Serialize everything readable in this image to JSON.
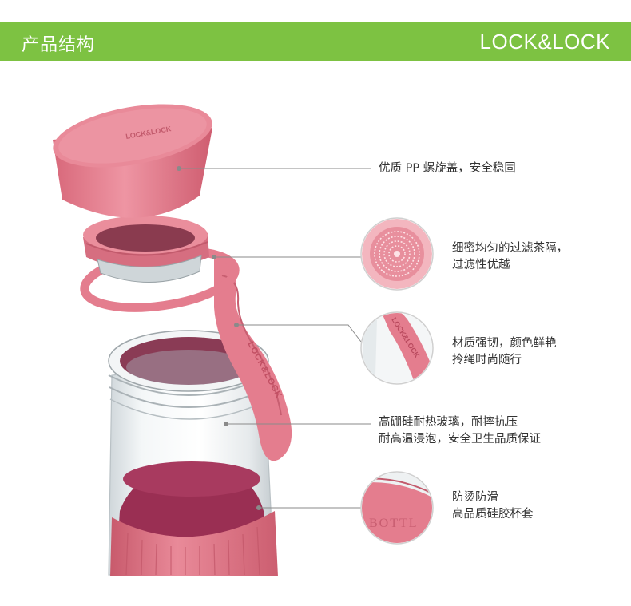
{
  "header": {
    "title": "产品结构",
    "brand": "LOCK&LOCK"
  },
  "colors": {
    "banner_green": "#7dc242",
    "product_pink": "#e0798a",
    "leader_line": "#8a8a8a"
  },
  "product": {
    "lid_embossed_text": "LOCK&LOCK",
    "strap_embossed_text": "LOCK&LOCK",
    "sleeve_embossed_text": "BOTTL"
  },
  "callouts": [
    {
      "lines": [
        "优质 PP 螺旋盖，安全稳固"
      ]
    },
    {
      "lines": [
        "细密均匀的过滤茶隔，",
        "过滤性优越"
      ]
    },
    {
      "lines": [
        "材质强韧，颜色鲜艳",
        "拎绳时尚随行"
      ]
    },
    {
      "lines": [
        "高硼硅耐热玻璃，耐摔抗压",
        "耐高温浸泡，安全卫生品质保证"
      ]
    },
    {
      "lines": [
        "防烫防滑",
        "高品质硅胶杯套"
      ]
    }
  ]
}
